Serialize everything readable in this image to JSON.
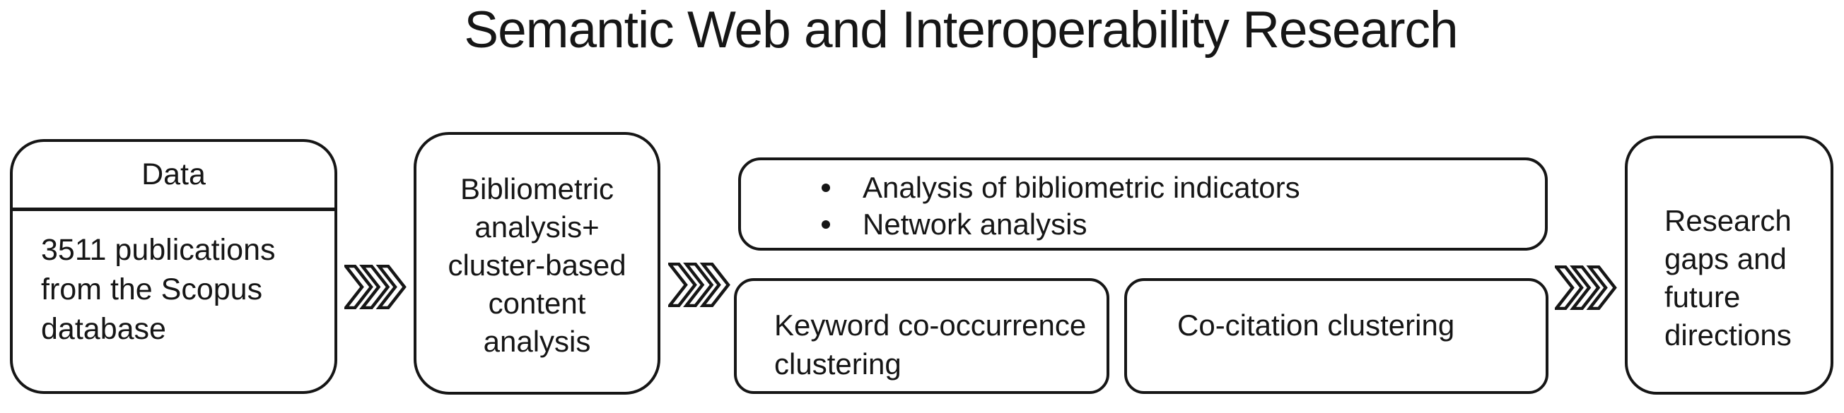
{
  "title": "Semantic Web and Interoperability Research",
  "colors": {
    "ink": "#161616",
    "background": "#ffffff"
  },
  "flow": {
    "data_box": {
      "header": "Data",
      "body": "3511 publications from the Scopus database"
    },
    "method_box": {
      "label": "Bibliometric analysis+ cluster-based content analysis"
    },
    "analysis_box": {
      "bullets": [
        "Analysis of bibliometric indicators",
        "Network analysis"
      ]
    },
    "keyword_box": {
      "label": "Keyword co-occurrence clustering"
    },
    "cocitation_box": {
      "label": "Co-citation clustering"
    },
    "outcome_box": {
      "label": "Research gaps and future directions"
    },
    "arrow_icon": "triple-chevron-right"
  }
}
